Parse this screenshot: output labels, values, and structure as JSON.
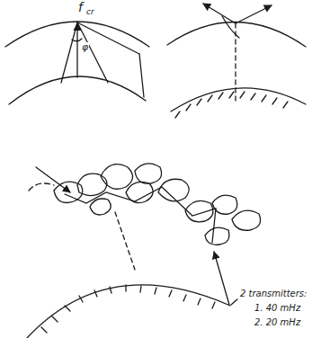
{
  "diagram": {
    "labels": [
      "f",
      "cr",
      "φ",
      "2 transmitters:",
      "1. 40 mHz",
      "2. 20 mHz"
    ]
  }
}
